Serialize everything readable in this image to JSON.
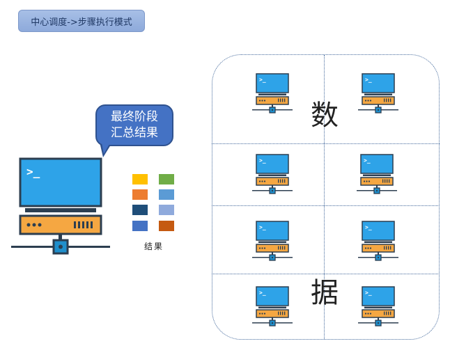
{
  "header": {
    "mode_label": "中心调度->步骤执行模式"
  },
  "callout": {
    "line1": "最终阶段",
    "line2": "汇总结果"
  },
  "results": {
    "label": "结果",
    "colors": [
      "#ffc000",
      "#70ad47",
      "#ed7d31",
      "#5b9bd5",
      "#1f4e79",
      "#8faadc",
      "#4472c4",
      "#c55a11"
    ]
  },
  "cluster": {
    "char_top": "数",
    "char_bottom": "据"
  },
  "theme": {
    "screen": "#2ea3e8",
    "frame": "#2c3e50",
    "server_unit": "#f5a742",
    "node_blue": "#1f8fcc"
  }
}
